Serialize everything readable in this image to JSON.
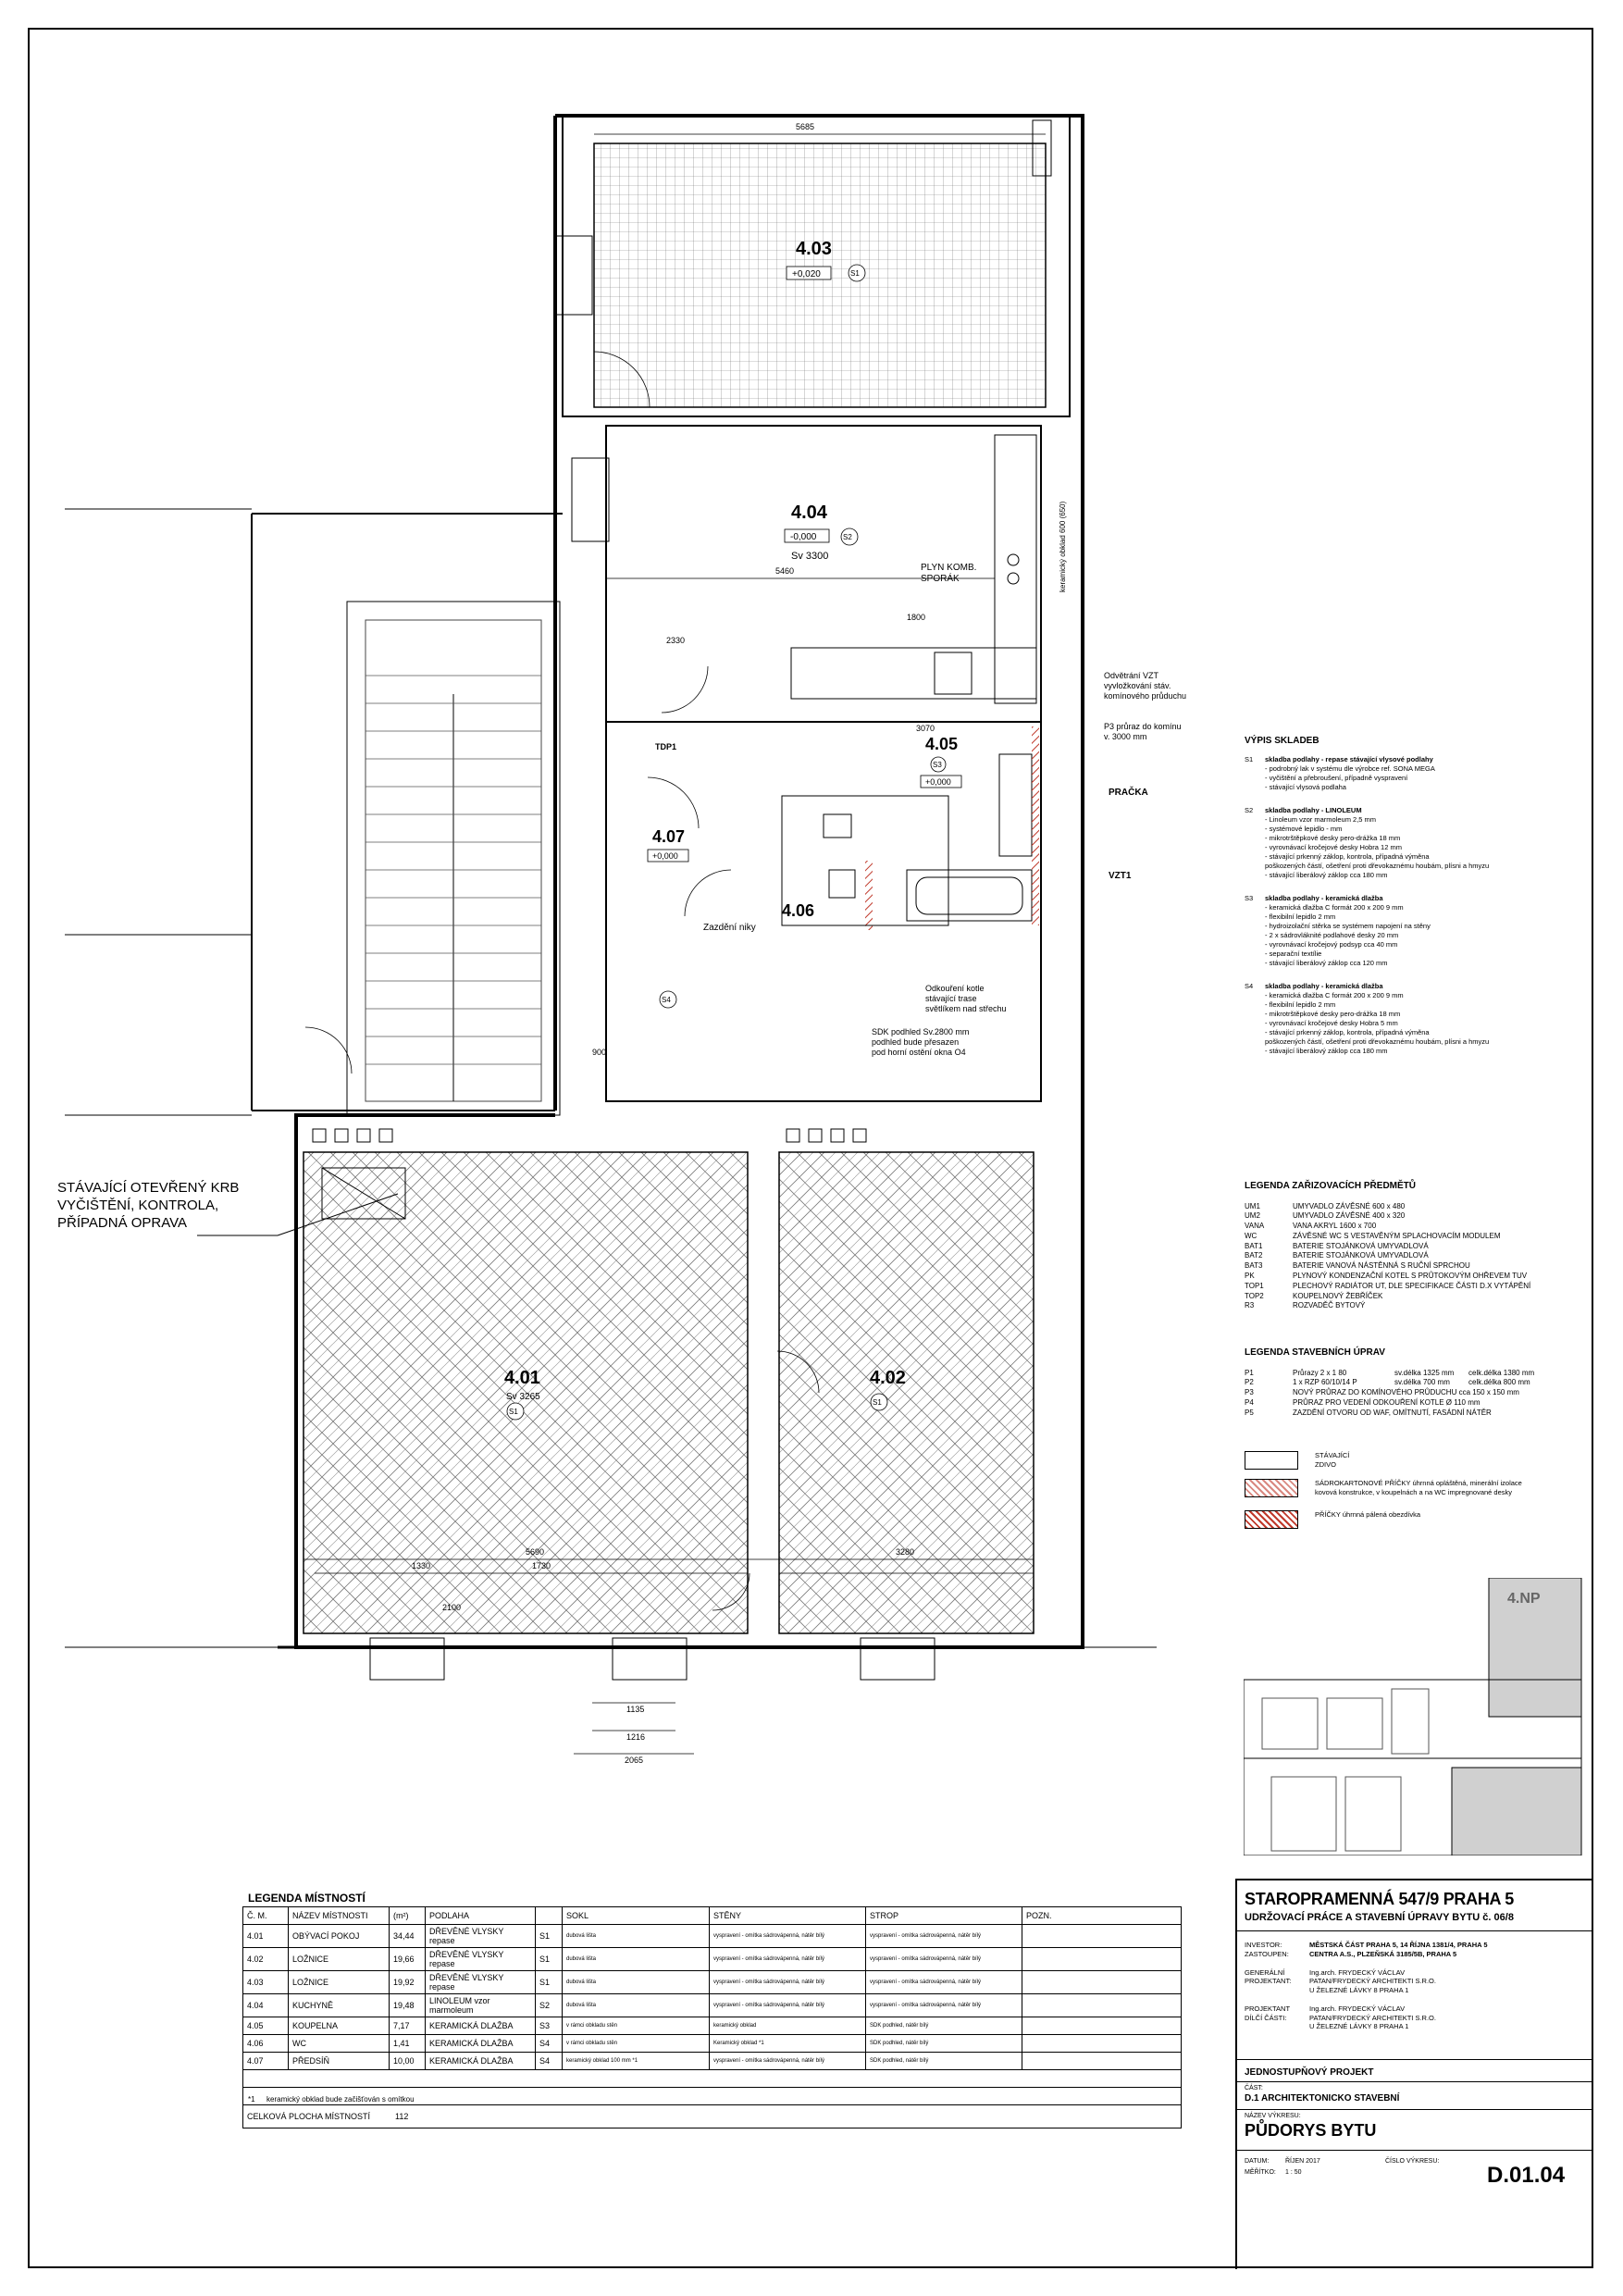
{
  "plan": {
    "rooms": [
      {
        "id": "4.01",
        "note": "Sv 3265",
        "floor_code": "S1"
      },
      {
        "id": "4.02",
        "floor_code": "S1"
      },
      {
        "id": "4.03",
        "level": "+0,020",
        "floor_code": "S1"
      },
      {
        "id": "4.04",
        "level": "-0,000",
        "floor_code": "S2",
        "note": "Sv 3300"
      },
      {
        "id": "4.05",
        "level": "+0,000",
        "floor_code": "S3"
      },
      {
        "id": "4.06",
        "floor_code": "S4"
      },
      {
        "id": "4.07",
        "level": "+0,000",
        "floor_code": "S4"
      }
    ],
    "annotations": {
      "krb": "STÁVAJÍCÍ OTEVŘENÝ KRB\nVYČIŠTĚNÍ, KONTROLA,\nPŘÍPADNÁ OPRAVA",
      "vzt": "Odvětrání VZT\nvyvložkování stáv.\nkomínového průduchu",
      "p3": "P3 průraz do komínu\nv. 3000 mm",
      "pracka": "PRAČKA",
      "vzt1": "VZT1",
      "kotel": "Odkouření kotle\nstávající trase\nsvětlíkem nad střechu",
      "sdk": "SDK podhled Sv.2800 mm\npodhled bude přesazen\npod horní ostění okna O4",
      "plyn": "PLYN KOMB.\nSPORÁK",
      "zazdeni": "Zazdění niky",
      "tdp1": "TDP1",
      "keramicky": "keramický obklad 600 (650)"
    },
    "dims": [
      "5685",
      "5460",
      "1800",
      "2330",
      "3070",
      "5690",
      "3280",
      "2065",
      "1216",
      "1135",
      "1330",
      "1730",
      "2100",
      "900"
    ]
  },
  "vypis": {
    "title": "VÝPIS SKLADEB",
    "items": [
      {
        "code": "S1",
        "title": "skladba podlahy - repase stávající vlysové podlahy",
        "lines": [
          "- podrobný lak v systému dle výrobce ref. SONA MEGA",
          "- vyčištění a přebroušení, případně vyspravení",
          "- stávající vlysová podlaha"
        ]
      },
      {
        "code": "S2",
        "title": "skladba podlahy - LINOLEUM",
        "lines": [
          "- Linoleum vzor marmoleum 2,5 mm",
          "- systémové lepidlo - mm",
          "- mikrotrštěpkové desky pero-drážka 18 mm",
          "- vyrovnávací kročejové desky Hobra 12 mm",
          "- stávající prkenný záklop, kontrola, případná výměna",
          "  poškozených částí, ošetření proti dřevokaznému houbám, plísni a hmyzu",
          "- stávající liberálový záklop cca 180 mm"
        ]
      },
      {
        "code": "S3",
        "title": "skladba podlahy - keramická dlažba",
        "lines": [
          "- keramická dlažba C formát 200 x 200 9 mm",
          "- flexibilní lepidlo 2 mm",
          "- hydroizolační stěrka se systémem napojení na stěny",
          "- 2 x sádrovláknité podlahové desky 20 mm",
          "- vyrovnávací kročejový podsyp cca 40 mm",
          "- separační textílie",
          "- stávající liberálový záklop cca 120 mm"
        ]
      },
      {
        "code": "S4",
        "title": "skladba podlahy - keramická dlažba",
        "lines": [
          "- keramická dlažba C formát 200 x 200 9 mm",
          "- flexibilní lepidlo 2 mm",
          "- mikrotrštěpkové desky pero-drážka 18 mm",
          "- vyrovnávací kročejové desky Hobra 5 mm",
          "- stávající prkenný záklop, kontrola, případná výměna",
          "  poškozených částí, ošetření proti dřevokaznému houbám, plísni a hmyzu",
          "- stávající liberálový záklop cca 180 mm"
        ]
      }
    ]
  },
  "legenda_zarizovacich": {
    "title": "LEGENDA ZAŘIZOVACÍCH PŘEDMĚTŮ",
    "items": [
      [
        "UM1",
        "UMYVADLO ZÁVĚSNÉ 600 x 480"
      ],
      [
        "UM2",
        "UMYVADLO ZÁVĚSNÉ 400 x 320"
      ],
      [
        "VANA",
        "VANA AKRYL 1600 x 700"
      ],
      [
        "WC",
        "ZÁVĚSNÉ WC S VESTAVĚNÝM SPLACHOVACÍM MODULEM"
      ],
      [
        "BAT1",
        "BATERIE STOJÁNKOVÁ UMYVADLOVÁ"
      ],
      [
        "BAT2",
        "BATERIE STOJÁNKOVÁ UMYVADLOVÁ"
      ],
      [
        "BAT3",
        "BATERIE VANOVÁ NÁSTĚNNÁ S RUČNÍ SPRCHOU"
      ],
      [
        "PK",
        "PLYNOVÝ KONDENZAČNÍ KOTEL S PRŮTOKOVÝM OHŘEVEM TUV"
      ],
      [
        "TOP1",
        "PLECHOVÝ RADIÁTOR UT, DLE SPECIFIKACE ČÁSTI D.X VYTÁPĚNÍ"
      ],
      [
        "TOP2",
        "KOUPELNOVÝ ŽEBŘÍČEK"
      ],
      [
        "R3",
        "ROZVADĚČ BYTOVÝ"
      ]
    ]
  },
  "legenda_stavebnich": {
    "title": "LEGENDA STAVEBNÍCH ÚPRAV",
    "items": [
      [
        "P1",
        "Průrazy 2 x 1 80",
        "sv.délka 1325 mm",
        "celk.délka 1380 mm"
      ],
      [
        "P2",
        "1 x RZP 60/10/14 P",
        "sv.délka 700 mm",
        "celk.délka 800 mm"
      ],
      [
        "P3",
        "NOVÝ PRŮRAZ DO KOMÍNOVÉHO PRŮDUCHU cca 150 x 150 mm",
        "",
        ""
      ],
      [
        "P4",
        "PRŮRAZ PRO VEDENÍ ODKOUŘENÍ KOTLE Ø 110 mm",
        "",
        ""
      ],
      [
        "P5",
        "ZAZDĚNÍ OTVORU OD WAF, OMÍTNUTÍ, FASÁDNÍ NÁTĚR",
        "",
        ""
      ]
    ]
  },
  "hatch_legend": [
    {
      "label": "STÁVAJÍCÍ\nZDIVO"
    },
    {
      "label": "SÁDROKARTONOVÉ PŘÍČKY úhrnná opláštěná, minerální izolace\nkovová konstrukce, v koupelnách a na WC impregnované desky"
    },
    {
      "label": "PŘÍČKY úhrnná pálená obezdívka"
    }
  ],
  "keyplan": {
    "label": "4.NP"
  },
  "title_block": {
    "project": "STAROPRAMENNÁ 547/9 PRAHA 5",
    "subtitle": "UDRŽOVACÍ PRÁCE A STAVEBNÍ ÚPRAVY BYTU č. 06/8",
    "rows": [
      [
        "INVESTOR:",
        "MĚSTSKÁ ČÁST PRAHA 5, 14 ŘÍJNA 1381/4, PRAHA 5"
      ],
      [
        "ZASTOUPEN:",
        "CENTRA A.S., PLZEŇSKÁ 3185/5B, PRAHA 5"
      ],
      [
        "GENERÁLNÍ\nPROJEKTANT:",
        "Ing.arch. FRYDECKÝ VÁCLAV\nPATAN/FRYDECKÝ ARCHITEKTI S.R.O.\nU ŽELEZNÉ LÁVKY 8 PRAHA 1"
      ],
      [
        "PROJEKTANT\nDÍLČÍ ČÁSTI:",
        "Ing.arch. FRYDECKÝ VÁCLAV\nPATAN/FRYDECKÝ ARCHITEKTI S.R.O.\nU ŽELEZNÉ LÁVKY 8 PRAHA 1"
      ]
    ],
    "phase": "JEDNOSTUPŇOVÝ PROJEKT",
    "part_label": "ČÁST:",
    "part": "D.1 ARCHITEKTONICKO STAVEBNÍ",
    "drawing_label": "NÁZEV VÝKRESU:",
    "drawing": "PŮDORYS BYTU",
    "date_label": "DATUM:",
    "date": "ŘÍJEN 2017",
    "scale_label": "MĚŘÍTKO:",
    "scale": "1 : 50",
    "number_label": "ČÍSLO VÝKRESU:",
    "number": "D.01.04"
  },
  "rooms_table": {
    "title": "LEGENDA MÍSTNOSTÍ",
    "headers": [
      "Č. M.",
      "NÁZEV MÍSTNOSTI",
      "(m²)",
      "PODLAHA",
      "",
      "SOKL",
      "STĚNY",
      "STROP",
      "POZN."
    ],
    "rows": [
      [
        "4.01",
        "OBÝVACÍ POKOJ",
        "34,44",
        "DŘEVĚNÉ VLYSKY repase",
        "S1",
        "dubová lišta",
        "vyspravení - omítka sádrovápenná, nátěr bílý",
        "vyspravení - omítka sádrovápenná, nátěr bílý",
        ""
      ],
      [
        "4.02",
        "LOŽNICE",
        "19,66",
        "DŘEVĚNÉ VLYSKY repase",
        "S1",
        "dubová lišta",
        "vyspravení - omítka sádrovápenná, nátěr bílý",
        "vyspravení - omítka sádrovápenná, nátěr bílý",
        ""
      ],
      [
        "4.03",
        "LOŽNICE",
        "19,92",
        "DŘEVĚNÉ VLYSKY repase",
        "S1",
        "dubová lišta",
        "vyspravení - omítka sádrovápenná, nátěr bílý",
        "vyspravení - omítka sádrovápenná, nátěr bílý",
        ""
      ],
      [
        "4.04",
        "KUCHYNĚ",
        "19,48",
        "LINOLEUM vzor marmoleum",
        "S2",
        "dubová lišta",
        "vyspravení - omítka sádrovápenná, nátěr bílý",
        "vyspravení - omítka sádrovápenná, nátěr bílý",
        ""
      ],
      [
        "4.05",
        "KOUPELNA",
        "7,17",
        "KERAMICKÁ DLAŽBA",
        "S3",
        "v rámci obkladu stěn",
        "keramický obklad",
        "SDK podhled, nátěr bílý",
        ""
      ],
      [
        "4.06",
        "WC",
        "1,41",
        "KERAMICKÁ DLAŽBA",
        "S4",
        "v rámci obkladu stěn",
        "Keramický obklad *1",
        "SDK podhled, nátěr bílý",
        ""
      ],
      [
        "4.07",
        "PŘEDSÍŇ",
        "10,00",
        "KERAMICKÁ DLAŽBA",
        "S4",
        "keramický obklad 100 mm *1",
        "vyspravení - omítka sádrovápenná, nátěr bílý",
        "SDK podhled, nátěr bílý",
        ""
      ]
    ],
    "total_label": "CELKOVÁ PLOCHA MÍSTNOSTÍ",
    "total": "112",
    "footnote_mark": "*1",
    "footnote": "keramický obklad bude začišťován s omítkou"
  }
}
